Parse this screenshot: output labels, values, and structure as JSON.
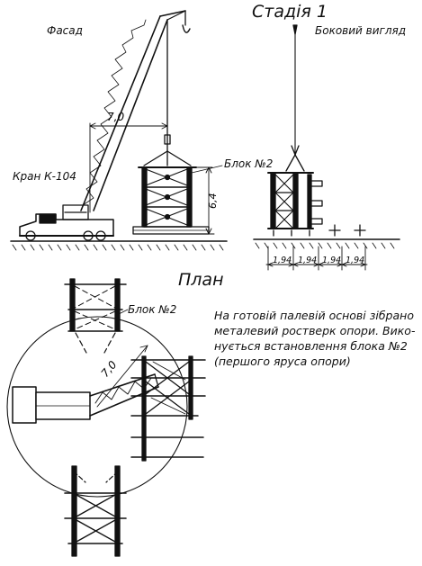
{
  "titles": {
    "stage": "Стадія 1",
    "facade": "Фасад",
    "side_view": "Боковий вигляд",
    "plan": "План"
  },
  "labels": {
    "crane": "Кран К-104",
    "block_elevation": "Блок №2",
    "block_plan": "Блок №2"
  },
  "dimensions": {
    "facade_reach": "7,0",
    "height": "6,4",
    "plan_reach": "7,0",
    "side_spans": [
      "1,94",
      "1,94",
      "1,94",
      "1,94"
    ]
  },
  "description": {
    "lines": [
      "На готовій палевій основі зібрано",
      "металевий ростверк опори. Вико-",
      "нується встановлення блока №2",
      "(першого яруса опори)"
    ]
  }
}
